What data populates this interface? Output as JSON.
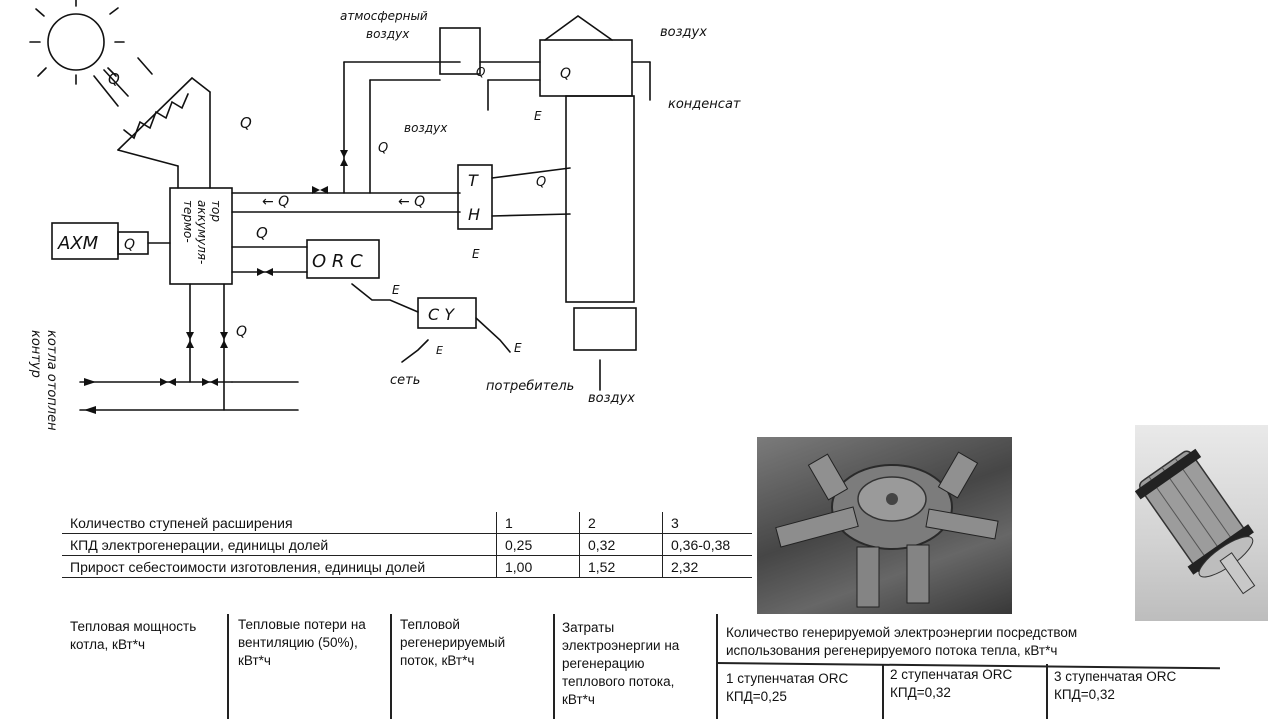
{
  "diagram": {
    "sun_heat": "Q",
    "collector_heat": "Q",
    "tank_label_lines": [
      "термо-",
      "аккумуля-",
      "тор"
    ],
    "axm_label": "AXM",
    "axm_heat": "Q",
    "orc_label": "O R C",
    "orc_heat": "Q",
    "orc_energy": "E",
    "su_label": "C Y",
    "heat_return_1": "← Q",
    "heat_return_2": "← Q",
    "heat_up": "Q",
    "tn_label_lines": [
      "T",
      "H"
    ],
    "tn_heat": "Q",
    "tn_energy": "E",
    "atmosphere_air_lines": [
      "атмосферный",
      "воздух"
    ],
    "air_1": "воздух",
    "recup_heat_1": "Q",
    "recup_heat_2": "Q",
    "recup_energy": "E",
    "air_out": "воздух",
    "condensate": "конденсат",
    "su_energy_in": "E",
    "grid": "сеть",
    "su_energy_out": "E",
    "consumer": "потребитель",
    "air_in": "воздух",
    "boiler_heat": "Q",
    "boiler_loop_lines": [
      "контур",
      "котла отопления"
    ]
  },
  "table1": {
    "rows": [
      {
        "label": "Количество ступеней расширения",
        "v1": "1",
        "v2": "2",
        "v3": "3"
      },
      {
        "label": "КПД электрогенерации, единицы долей",
        "v1": "0,25",
        "v2": "0,32",
        "v3": "0,36-0,38"
      },
      {
        "label": "Прирост себестоимости изготовления, единицы долей",
        "v1": "1,00",
        "v2": "1,52",
        "v3": "2,32"
      }
    ]
  },
  "table2": {
    "col1": [
      "Тепловая мощность",
      "котла, кВт*ч"
    ],
    "col2": [
      "Тепловые потери на",
      "вентиляцию (50%),",
      "кВт*ч"
    ],
    "col3": [
      "Тепловой",
      "регенерируемый",
      "поток, кВт*ч"
    ],
    "col4": [
      "Затраты",
      "электроэнергии на",
      "регенерацию",
      "теплового потока,",
      "кВт*ч"
    ],
    "col5_header": [
      "Количество генерируемой электроэнергии посредством",
      "использования регенерируемого потока тепла, кВт*ч"
    ],
    "sub1": [
      "1 ступенчатая ORC",
      "КПД=0,25"
    ],
    "sub2": [
      "2 ступенчатая ORC",
      "КПД=0,32"
    ],
    "sub3": [
      "3 ступенчатая ORC",
      "КПД=0,32"
    ]
  }
}
